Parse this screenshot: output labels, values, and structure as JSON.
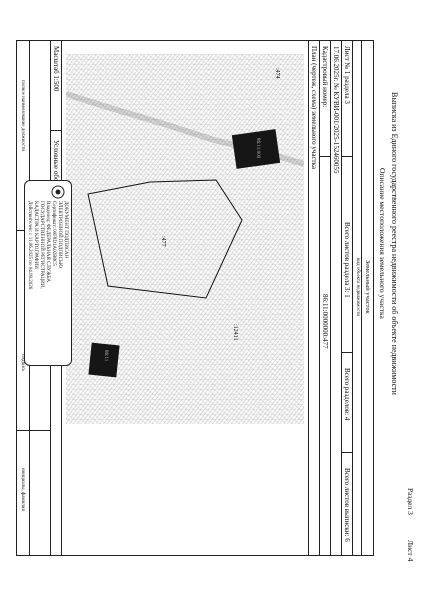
{
  "header": {
    "section": "Раздел 3",
    "sheet": "Лист 4",
    "title": "Выписка из Единого государственного реестра недвижимости об объекте недвижимости",
    "subtitle": "Описание местоположения земельного участка",
    "object_type": "Земельный участок",
    "object_kind": "вид объекта недвижимости"
  },
  "table": {
    "sheet_no": "Лист № 1 раздела 3",
    "total_sheets_section": "Всего листов раздела 3: 1",
    "total_sections": "Всего разделов: 4",
    "total_sheets": "Всего листов выписки: 6",
    "date_ref": "17.06.2025г. № КУВИ-001/2025-152460055",
    "cadastral_label": "Кадастровый номер:",
    "cadastral_value": "86:11:0000000:477",
    "plan_caption": "План (чертеж, схема) земельного участка"
  },
  "map": {
    "scale": "Масштаб 1:500",
    "legend_label": "Условные обозначения:",
    "labels": {
      "parcel": ":477",
      "neighbor": ":474",
      "right_top": ":12411",
      "building_a": "86:11:000",
      "building_b": "86:11"
    }
  },
  "stamp": {
    "lines": [
      "ДОКУМЕНТ ПОДПИСАН",
      "ЭЛЕКТРОННОЙ ПОДПИСЬЮ",
      "Сертификат: 00F8D1A02B8C5",
      "Владелец: ФЕДЕРАЛЬНАЯ СЛУЖБА",
      "ГОСУДАРСТВЕННОЙ РЕГИСТРАЦИИ,",
      "КАДАСТРА И КАРТОГРАФИИ",
      "Действителен: с 11.06.2025 по 04.09.2026"
    ]
  },
  "footer": {
    "position": "полное наименование должности",
    "signature": "подпись",
    "initials": "инициалы, фамилия"
  }
}
